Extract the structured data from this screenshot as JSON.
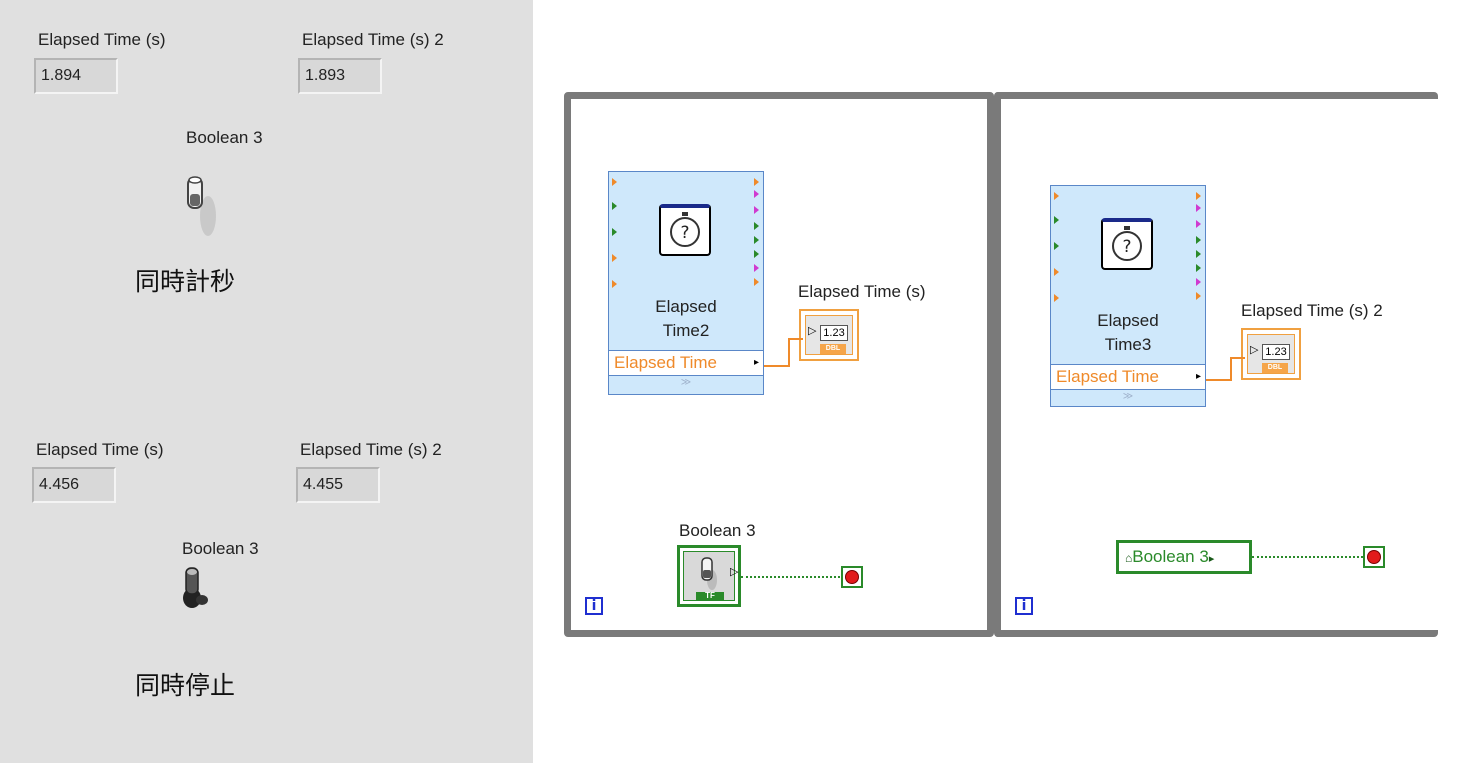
{
  "front_panel": {
    "group1": {
      "indicator1": {
        "label": "Elapsed Time (s)",
        "value": "1.894"
      },
      "indicator2": {
        "label": "Elapsed Time (s) 2",
        "value": "1.893"
      },
      "switch": {
        "label": "Boolean 3",
        "state": "off"
      },
      "caption": "同時計秒"
    },
    "group2": {
      "indicator1": {
        "label": "Elapsed Time (s)",
        "value": "4.456"
      },
      "indicator2": {
        "label": "Elapsed Time (s) 2",
        "value": "4.455"
      },
      "switch": {
        "label": "Boolean 3",
        "state": "on"
      },
      "caption": "同時停止"
    }
  },
  "block_diagram": {
    "loop1": {
      "express_vi": {
        "title_line1": "Elapsed",
        "title_line2": "Time2",
        "output": "Elapsed Time"
      },
      "indicator": {
        "label": "Elapsed Time (s)",
        "display": "1.23",
        "type_tag": "DBL"
      },
      "control": {
        "label": "Boolean 3",
        "type_tag": "TF"
      },
      "iteration": "i"
    },
    "loop2": {
      "express_vi": {
        "title_line1": "Elapsed",
        "title_line2": "Time3",
        "output": "Elapsed Time"
      },
      "indicator": {
        "label": "Elapsed Time (s) 2",
        "display": "1.23",
        "type_tag": "DBL"
      },
      "local_variable": {
        "label": "Boolean 3"
      },
      "iteration": "i"
    }
  },
  "colors": {
    "panel_bg": "#e0e0e0",
    "loop_border": "#7a7a7a",
    "express_bg": "#cfe8fb",
    "dbl_wire": "#ef8a2a",
    "bool_wire": "#2a8a2a",
    "stop": "#e21b1b"
  }
}
